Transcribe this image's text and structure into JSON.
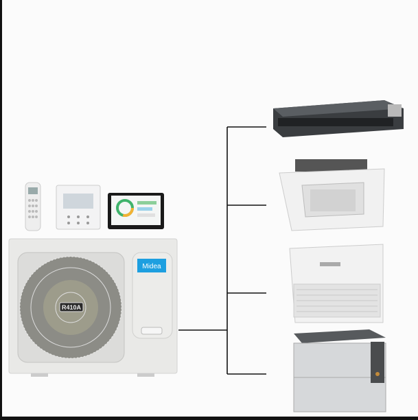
{
  "outdoor_unit": {
    "brand_logo": "Midea",
    "refrigerant_label": "R410A"
  },
  "controllers": [
    "remote-control",
    "wired-controller",
    "touch-panel"
  ],
  "indoor_units": [
    "ducted-unit",
    "cassette-unit",
    "ceiling-floor-unit",
    "floor-standing-concealed-unit"
  ],
  "colors": {
    "brand_blue": "#1d9fe0",
    "line": "#111111",
    "unit_body": "#e9e9e7",
    "duct_dark": "#3a3d40"
  }
}
